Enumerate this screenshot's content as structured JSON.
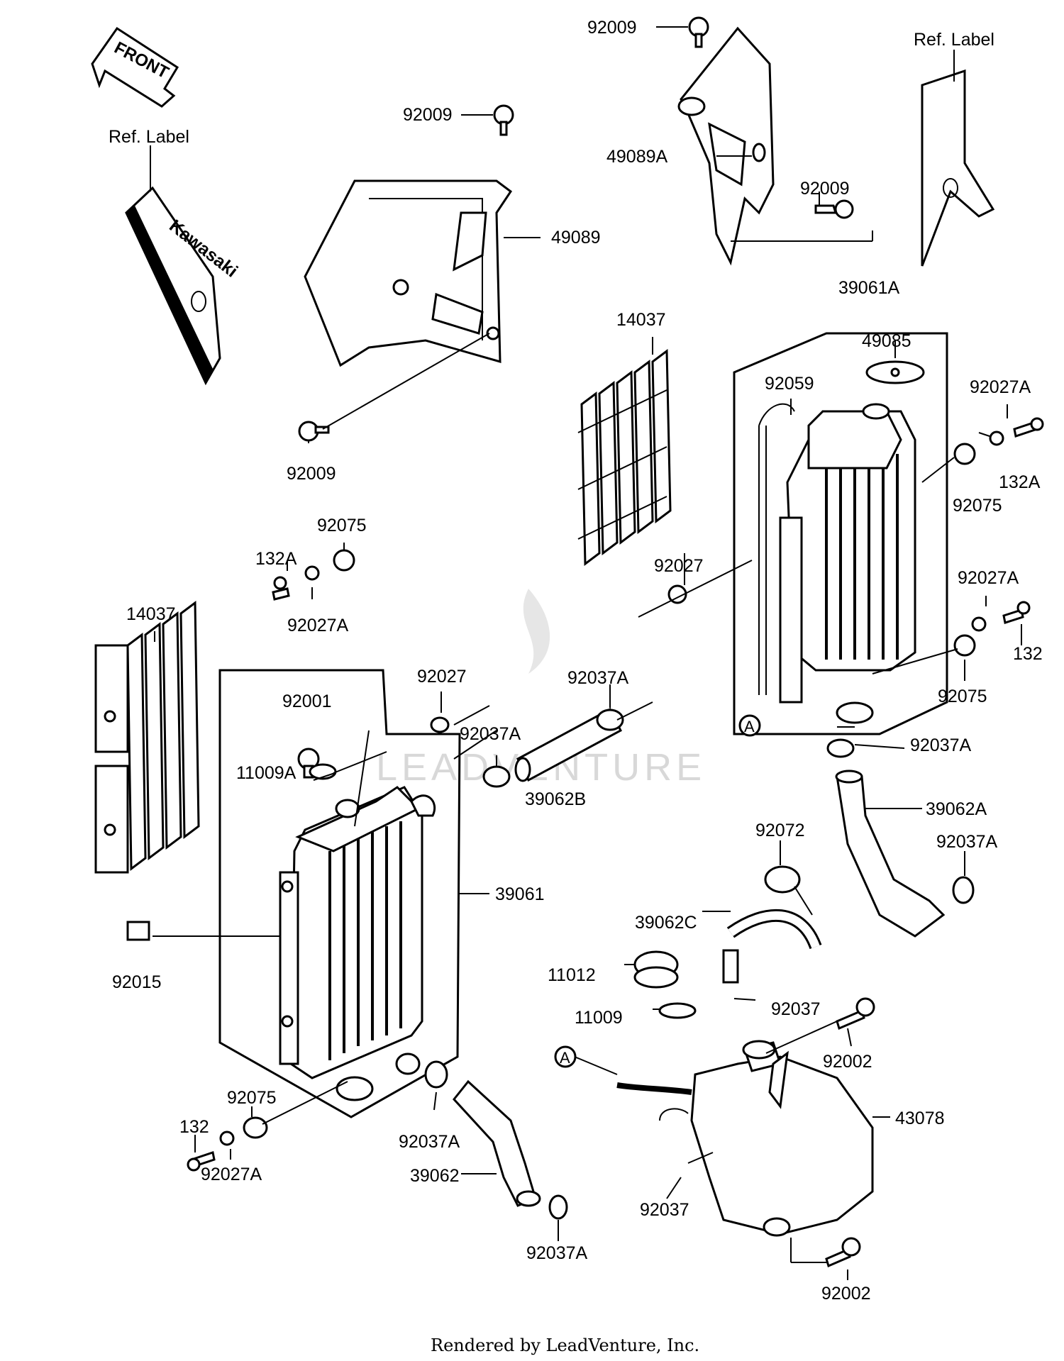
{
  "front_arrow": "FRONT",
  "decal_text": "Kawasaki",
  "watermark": "LEADVENTURE",
  "callouts": {
    "c92009_top": "92009",
    "c92009_mid": "92009",
    "c92009_right": "92009",
    "c92009_low": "92009",
    "c49089": "49089",
    "c49089A": "49089A",
    "ref_label_left": "Ref. Label",
    "ref_label_right": "Ref. Label",
    "c39061A": "39061A",
    "c49085": "49085",
    "c14037_upper": "14037",
    "c14037_left": "14037",
    "c92059": "92059",
    "c92027A_r1": "92027A",
    "c132A_r": "132A",
    "c92075_r1": "92075",
    "c92027_upper": "92027",
    "c92027A_r2": "92027A",
    "c132_r": "132",
    "c92075_r2": "92075",
    "c92037A_r": "92037A",
    "c39062A": "39062A",
    "c92037A_r2": "92037A",
    "c92075_l1": "92075",
    "c132A_l": "132A",
    "c92027A_l1": "92027A",
    "c92027_l": "92027",
    "c92037A_l1": "92037A",
    "c92001": "92001",
    "c92037A_l2": "92037A",
    "c11009A": "11009A",
    "c39062B": "39062B",
    "c39061": "39061",
    "c92015": "92015",
    "c92072": "92072",
    "c39062C": "39062C",
    "c11012": "11012",
    "c11009": "11009",
    "c92037_a": "92037",
    "c92002_a": "92002",
    "circleA_1": "A",
    "circleA_2": "A",
    "c43078": "43078",
    "c92075_l2": "92075",
    "c132_l": "132",
    "c92027A_l2": "92027A",
    "c92037A_l3": "92037A",
    "c39062": "39062",
    "c92037A_l4": "92037A",
    "c92037_b": "92037",
    "c92002_b": "92002"
  },
  "footer": "Rendered by LeadVenture, Inc."
}
